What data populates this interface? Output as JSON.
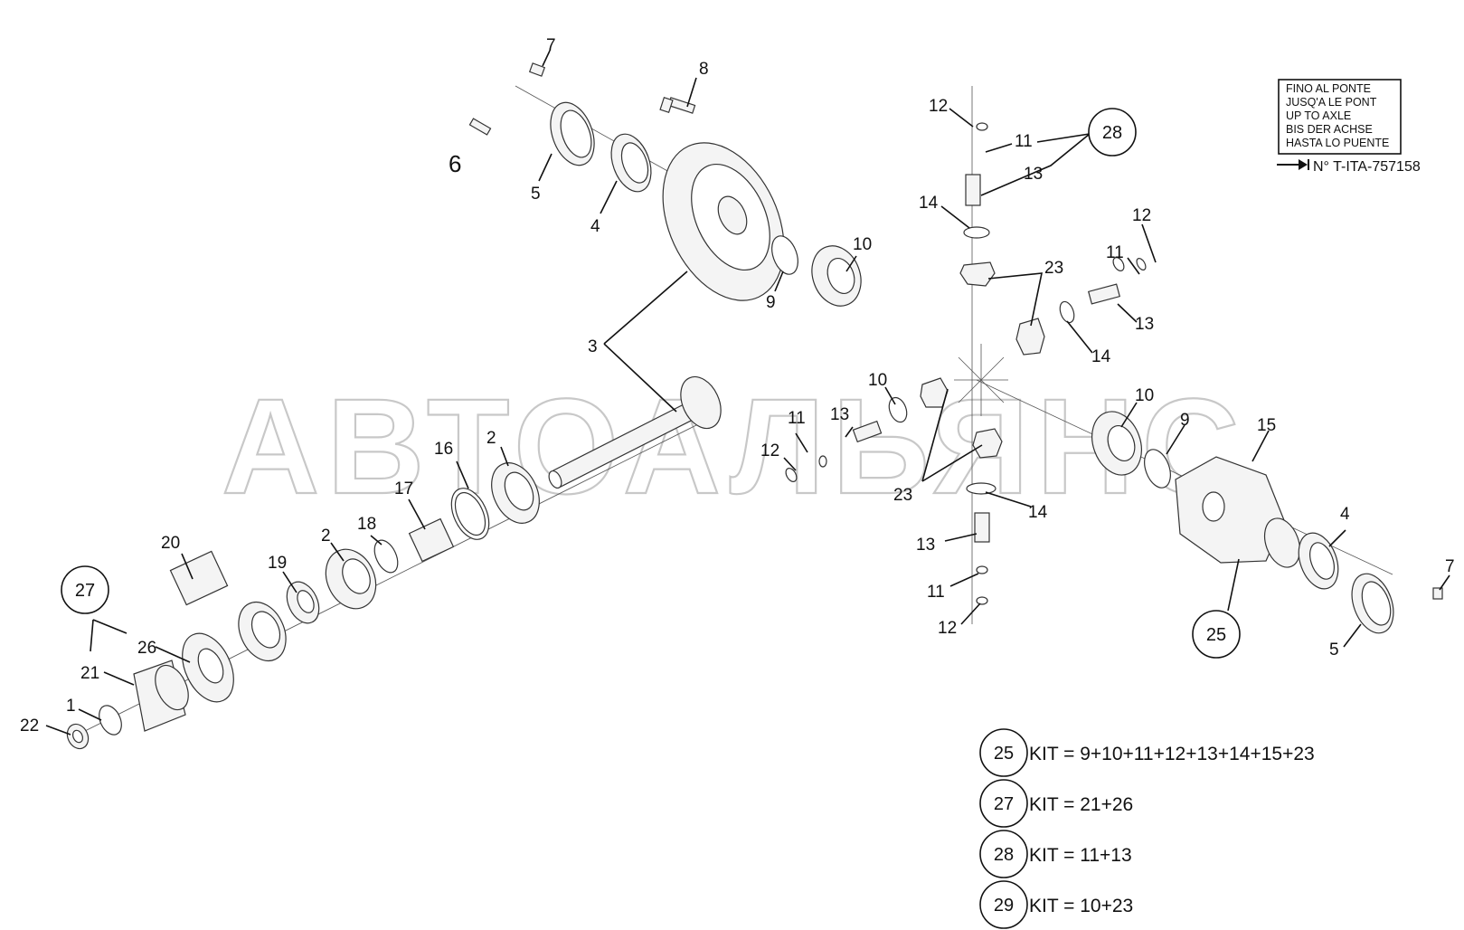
{
  "watermark": "АВТОАЛЬЯНС",
  "note": {
    "lines": [
      "FINO AL PONTE",
      "JUSQ'A LE PONT",
      "UP TO AXLE",
      "BIS DER ACHSE",
      "HASTA LO PUENTE"
    ],
    "ref": "N° T-ITA-757158",
    "arrow_icon": "arrow-right-icon"
  },
  "labels": {
    "l1": "1",
    "l2a": "2",
    "l2b": "2",
    "l3": "3",
    "l4a": "4",
    "l4b": "4",
    "l5a": "5",
    "l5b": "5",
    "l6": "6",
    "l7a": "7",
    "l7b": "7",
    "l8": "8",
    "l9a": "9",
    "l9b": "9",
    "l10a": "10",
    "l10b": "10",
    "l10c": "10",
    "l11a": "11",
    "l11b": "11",
    "l11c": "11",
    "l11d": "11",
    "l12a": "12",
    "l12b": "12",
    "l12c": "12",
    "l12d": "12",
    "l13a": "13",
    "l13b": "13",
    "l13c": "13",
    "l13d": "13",
    "l14a": "14",
    "l14b": "14",
    "l14c": "14",
    "l15": "15",
    "l16": "16",
    "l17": "17",
    "l18": "18",
    "l19": "19",
    "l20": "20",
    "l21": "21",
    "l22": "22",
    "l23a": "23",
    "l23b": "23",
    "l26": "26"
  },
  "callouts": {
    "c25": "25",
    "c27": "27",
    "c28": "28"
  },
  "kits": [
    {
      "num": "25",
      "text": "KIT = 9+10+11+12+13+14+15+23"
    },
    {
      "num": "27",
      "text": "KIT = 21+26"
    },
    {
      "num": "28",
      "text": "KIT = 11+13"
    },
    {
      "num": "29",
      "text": "KIT = 10+23"
    }
  ]
}
